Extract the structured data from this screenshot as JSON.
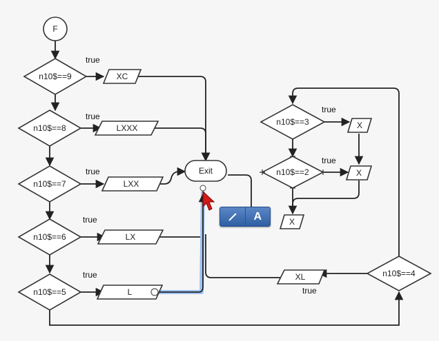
{
  "diagram": {
    "start": "F",
    "exit": "Exit",
    "decisions": {
      "d9": "n10$==9",
      "d8": "n10$==8",
      "d7": "n10$==7",
      "d6": "n10$==6",
      "d5": "n10$==5",
      "d3": "n10$==3",
      "d2": "n10$==2",
      "d4": "n10$==4"
    },
    "outputs": {
      "xc": "XC",
      "lxxx": "LXXX",
      "lxx": "LXX",
      "lx": "LX",
      "l": "L",
      "x_a": "X",
      "x_b": "X",
      "x_c": "X",
      "xl": "XL"
    },
    "edge_label": "true"
  },
  "toolbar": {
    "connector_tool": "line-tool-icon",
    "text_tool_label": "A"
  },
  "colors": {
    "selection": "#9ec2f5",
    "toolbar": "#3a6cb4",
    "cursor": "#d41a1a"
  }
}
